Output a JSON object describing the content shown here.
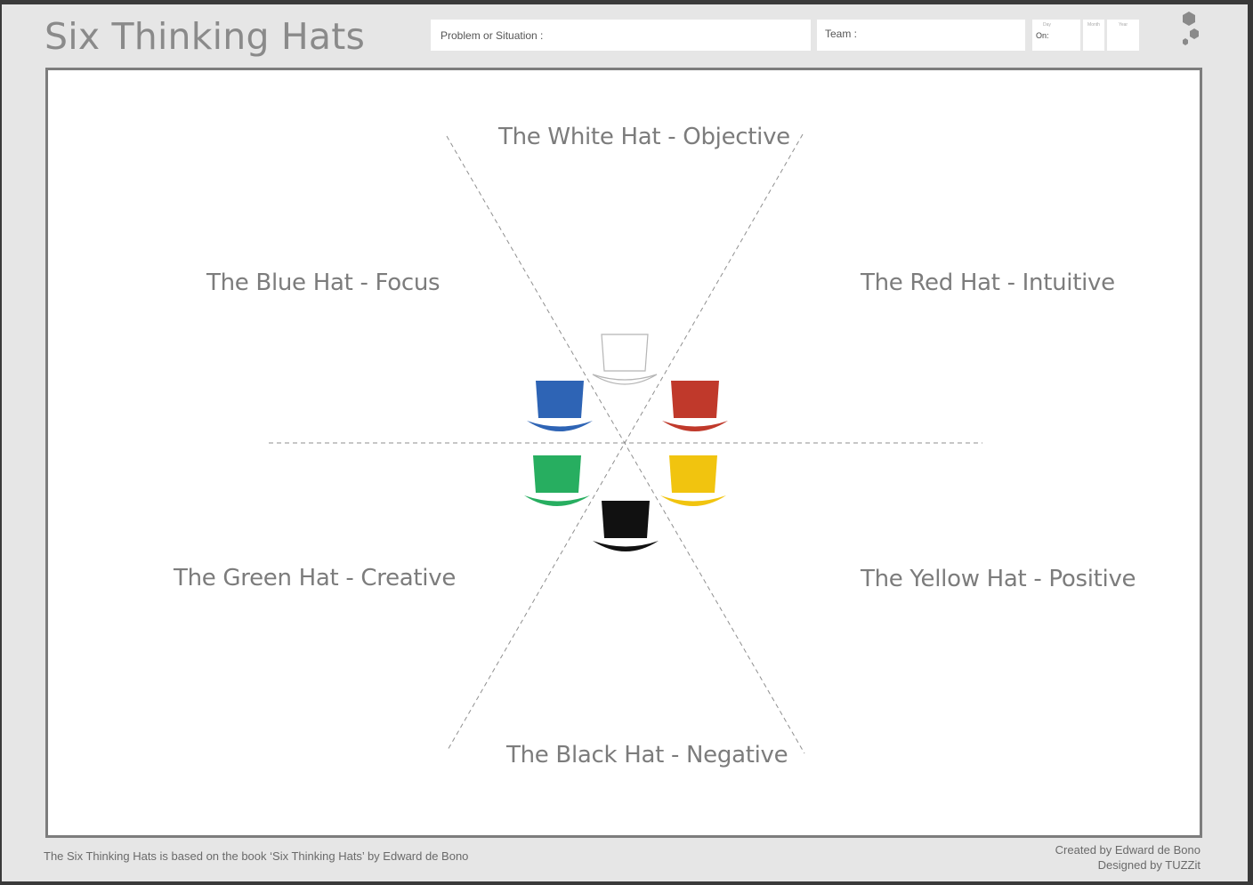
{
  "header": {
    "title": "Six Thinking Hats",
    "problem_label": "Problem or Situation :",
    "team_label": "Team :",
    "on_label": "On:",
    "day_label": "Day",
    "month_label": "Month",
    "year_label": "Year"
  },
  "hats": {
    "white": {
      "label": "The White Hat - Objective",
      "color": "#ffffff"
    },
    "red": {
      "label": "The Red Hat - Intuitive",
      "color": "#c0392b"
    },
    "yellow": {
      "label": "The Yellow Hat - Positive",
      "color": "#f1c40f"
    },
    "black": {
      "label": "The Black Hat - Negative",
      "color": "#111111"
    },
    "green": {
      "label": "The Green Hat - Creative",
      "color": "#27ae60"
    },
    "blue": {
      "label": "The Blue Hat - Focus",
      "color": "#2e64b5"
    }
  },
  "footer": {
    "source_note": "The Six Thinking Hats is based on the book ‘Six Thinking Hats’  by Edward de Bono",
    "created_by": "Created by Edward de Bono",
    "designed_by": "Designed by TUZZit"
  },
  "icons": {
    "logo": "hexagon-logo-icon"
  }
}
